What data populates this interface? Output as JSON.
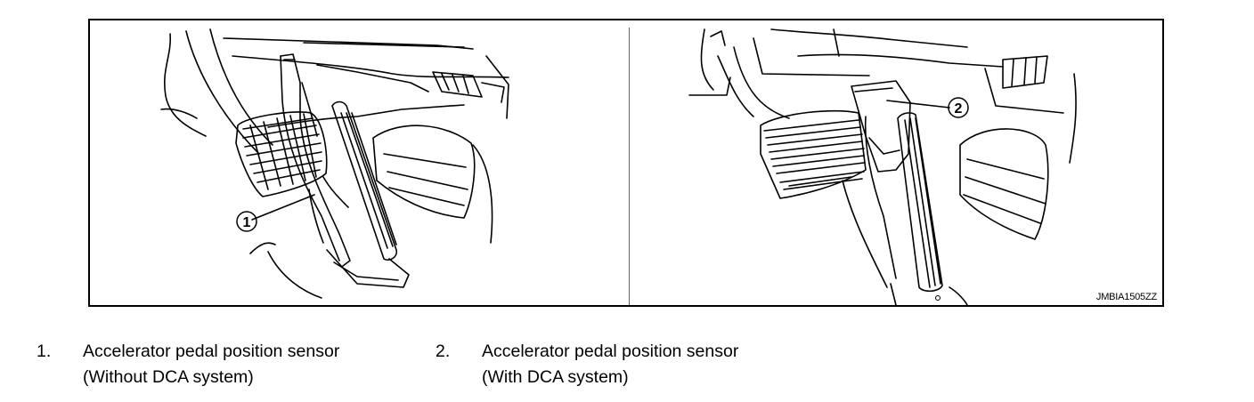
{
  "figure": {
    "id": "JMBIA1505ZZ",
    "callouts": [
      "1",
      "2"
    ]
  },
  "legend": [
    {
      "number": "1.",
      "line1": "Accelerator pedal position sensor",
      "line2": "(Without DCA system)"
    },
    {
      "number": "2.",
      "line1": "Accelerator pedal position sensor",
      "line2": "(With DCA system)"
    }
  ]
}
